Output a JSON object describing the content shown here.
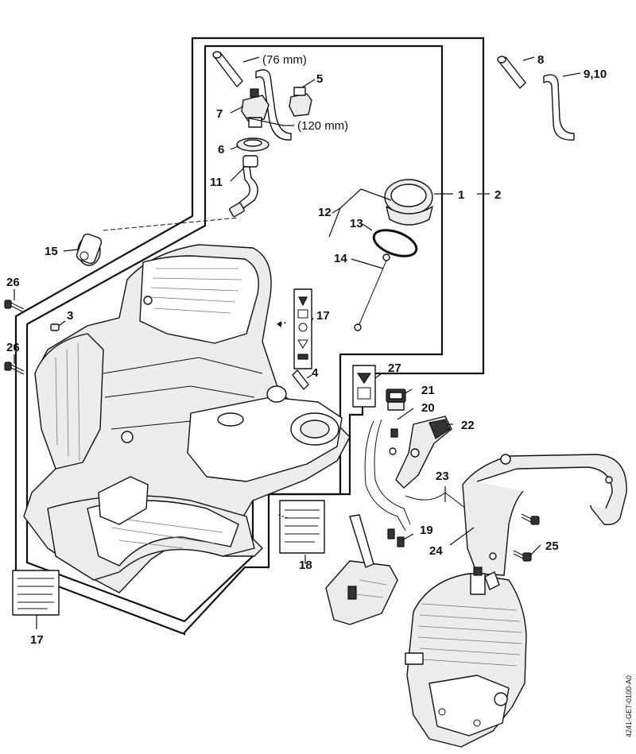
{
  "diagram": {
    "dimensions": {
      "hose_short": "(76 mm)",
      "hose_long": "(120 mm)"
    },
    "callouts": {
      "c1": "1",
      "c2": "2",
      "c3": "3",
      "c4": "4",
      "c5": "5",
      "c6": "6",
      "c7": "7",
      "c8": "8",
      "c9_10": "9,10",
      "c11": "11",
      "c12": "12",
      "c13": "13",
      "c14": "14",
      "c15": "15",
      "c17a": "17",
      "c17b": "17",
      "c18": "18",
      "c19": "19",
      "c20": "20",
      "c21": "21",
      "c22": "22",
      "c23": "23",
      "c24": "24",
      "c25": "25",
      "c26a": "26",
      "c26b": "26",
      "c27": "27"
    },
    "drawing_code": "4241-GET-0100-A0"
  }
}
